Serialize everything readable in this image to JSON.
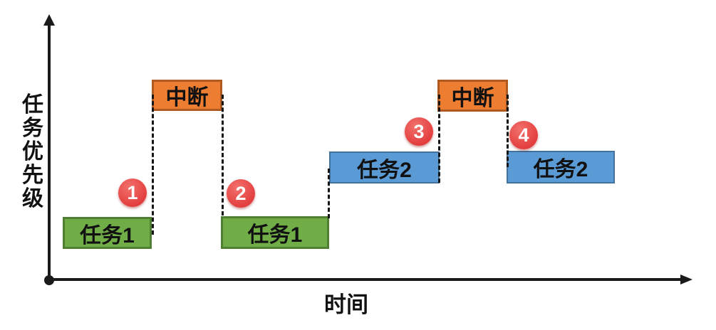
{
  "diagram": {
    "y_axis_label": "任务优先级",
    "x_axis_label": "时间",
    "colors": {
      "task1_fill": "#70AD47",
      "task1_border": "#507E32",
      "task2_fill": "#5B9BD5",
      "task2_border": "#41719C",
      "interrupt_fill": "#ED7D31",
      "interrupt_border": "#AE5A21",
      "marker_fill": "#E23C3C",
      "axis": "#1A1A1A"
    },
    "boxes": [
      {
        "name": "task1-segment-1",
        "label": "任务1"
      },
      {
        "name": "interrupt-segment-1",
        "label": "中断"
      },
      {
        "name": "task1-segment-2",
        "label": "任务1"
      },
      {
        "name": "task2-segment-1",
        "label": "任务2"
      },
      {
        "name": "interrupt-segment-2",
        "label": "中断"
      },
      {
        "name": "task2-segment-2",
        "label": "任务2"
      }
    ],
    "markers": [
      {
        "label": "1"
      },
      {
        "label": "2"
      },
      {
        "label": "3"
      },
      {
        "label": "4"
      }
    ]
  }
}
